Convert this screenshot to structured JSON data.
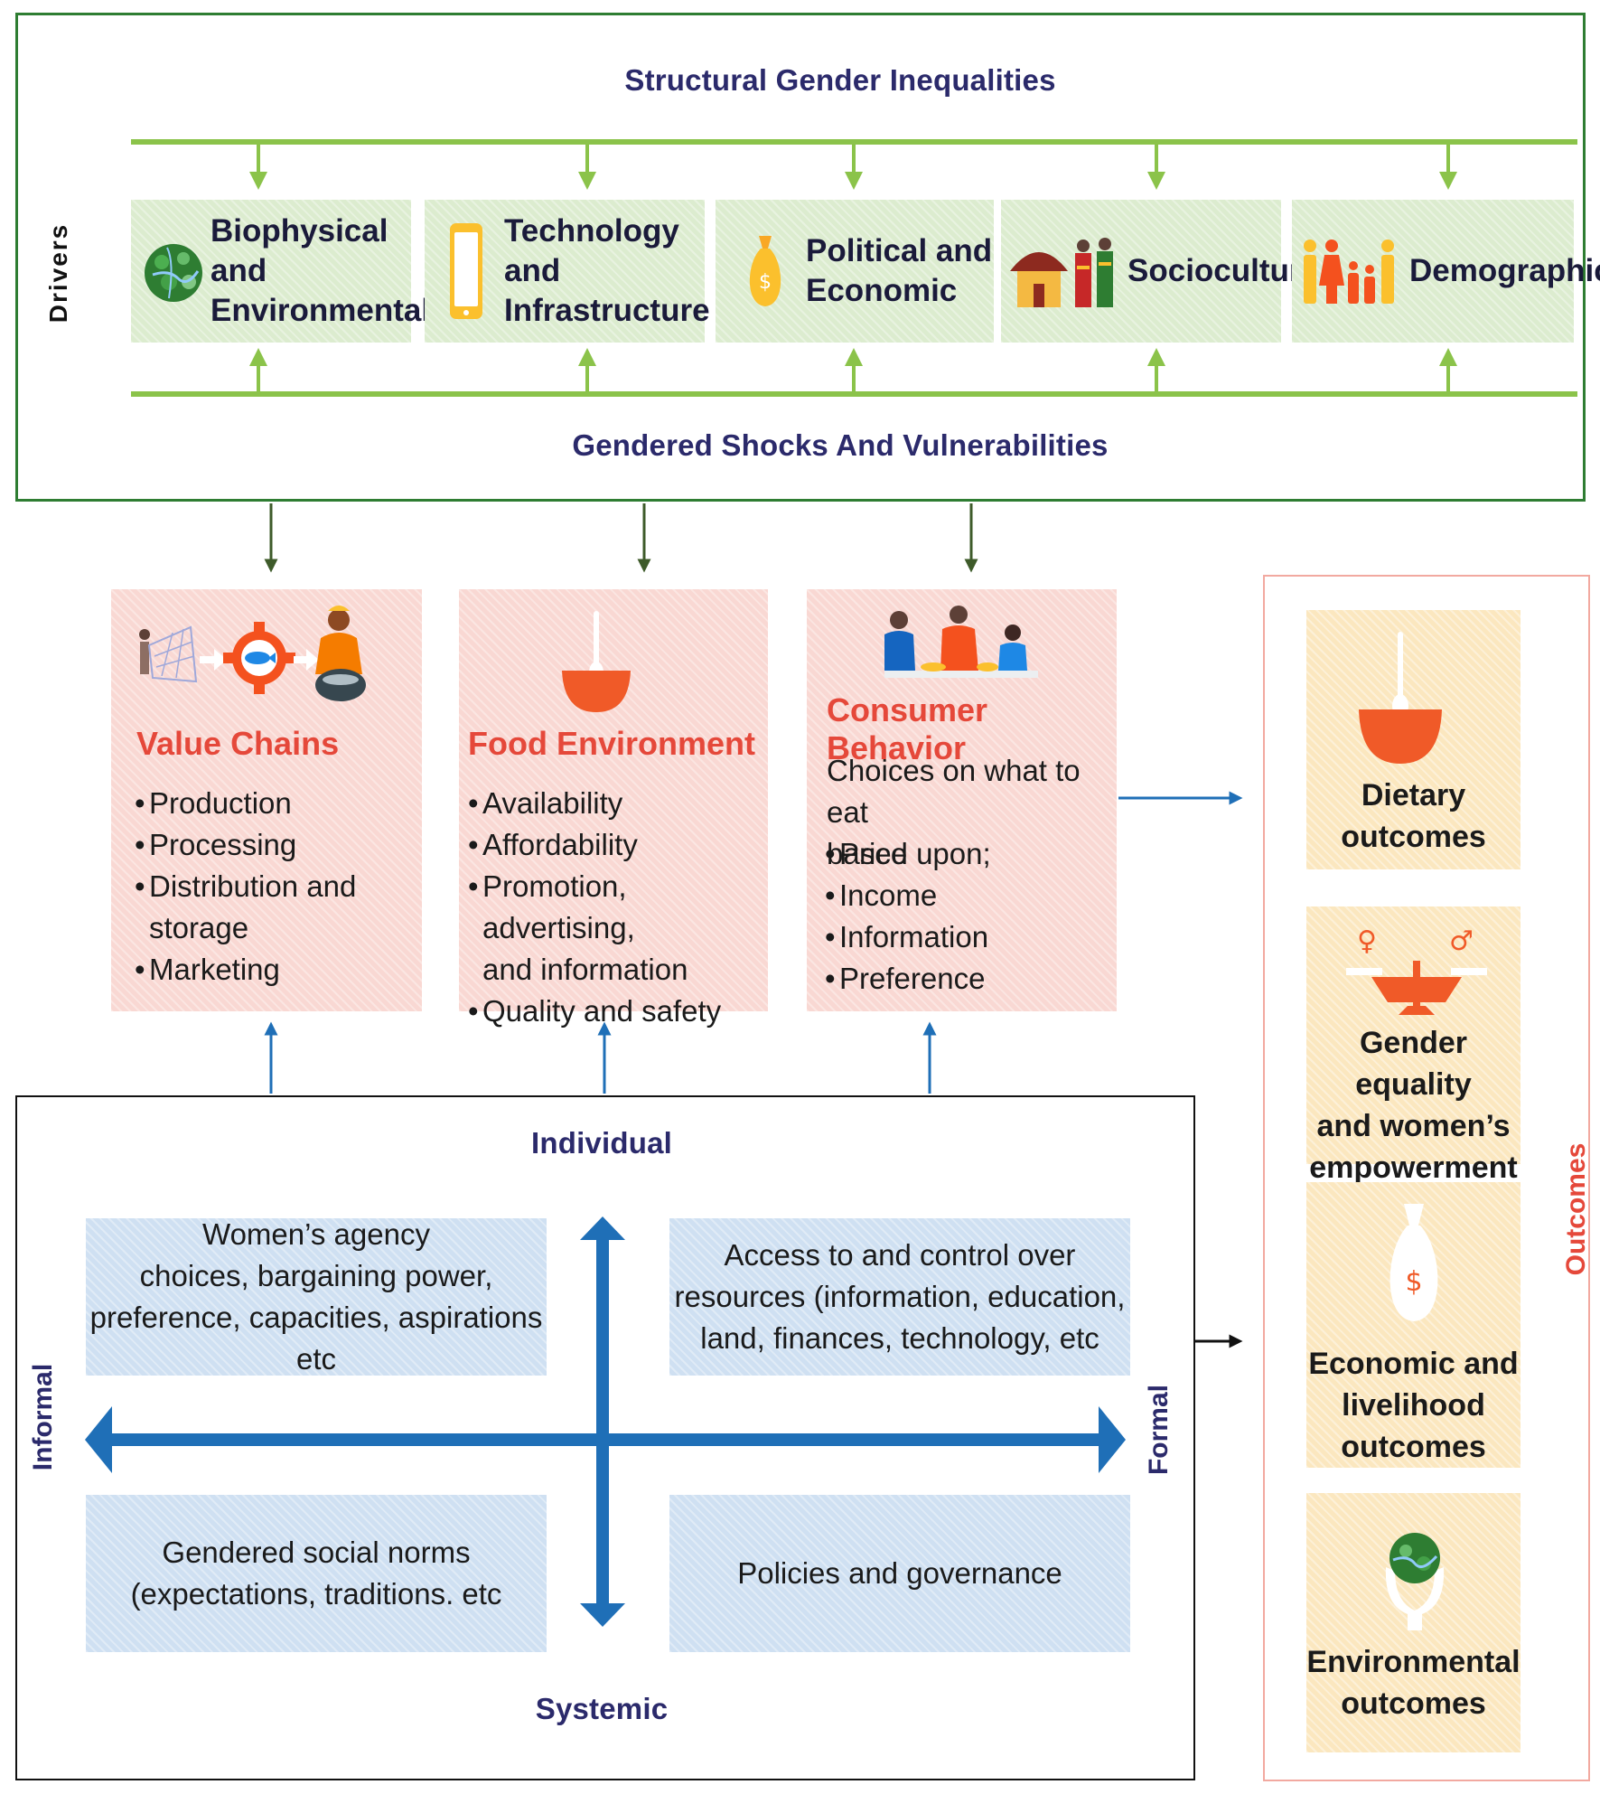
{
  "drivers": {
    "side_label": "Drivers",
    "top_title": "Structural Gender Inequalities",
    "bottom_title": "Gendered Shocks And Vulnerabilities",
    "boxes": [
      {
        "label": "Biophysical and\nEnvironmental",
        "icon": "earth-globe-icon"
      },
      {
        "label": "Technology and\nInfrastructure",
        "icon": "mobile-phone-icon"
      },
      {
        "label": "Political and\nEconomic",
        "icon": "money-bag-icon"
      },
      {
        "label": "Sociocultural",
        "icon": "hut-and-people-icon"
      },
      {
        "label": "Demographic",
        "icon": "family-icon"
      }
    ],
    "colors": {
      "frame": "#2e7d32",
      "connector": "#8bc34a",
      "box_fill": "#dceccf"
    }
  },
  "food_system": {
    "value_chains": {
      "title": "Value Chains",
      "items": [
        "Production",
        "Processing",
        "Distribution and\nstorage",
        "Marketing"
      ]
    },
    "food_environment": {
      "title": "Food Environment",
      "items": [
        "Availability",
        "Affordability",
        "Promotion, advertising,\nand information",
        "Quality and safety"
      ]
    },
    "consumer_behavior": {
      "title": "Consumer Behavior",
      "intro": "Choices on what to eat\nbased upon;",
      "items": [
        "Price",
        "Income",
        "Information",
        "Preference"
      ]
    },
    "colors": {
      "title": "#e5483a",
      "box_fill": "#f9d8d3"
    }
  },
  "gender_quadrant": {
    "top_label": "Individual",
    "bottom_label": "Systemic",
    "left_label": "Informal",
    "right_label": "Formal",
    "quadrants": {
      "top_left": "Women’s agency\nchoices, bargaining power,\npreference, capacities, aspirations etc",
      "top_right": "Access to and control over\nresources (information, education,\nland, finances, technology, etc",
      "bottom_left": "Gendered social norms\n(expectations, traditions. etc",
      "bottom_right": "Policies and governance"
    },
    "colors": {
      "axis": "#1f6fb7",
      "box_fill": "#cfe0f2"
    }
  },
  "outcomes": {
    "side_label": "Outcomes",
    "items": [
      {
        "label": "Dietary\noutcomes",
        "icon": "bowl-spoon-icon"
      },
      {
        "label": "Gender equality\nand women’s\nempowerment",
        "icon": "balance-scale-icon",
        "symbols": [
          "♀",
          "♂"
        ]
      },
      {
        "label": "Economic and\nlivelihood\noutcomes",
        "icon": "money-bag-icon"
      },
      {
        "label": "Environmental\noutcomes",
        "icon": "hands-globe-icon"
      }
    ],
    "colors": {
      "frame": "#f2a9a0",
      "label": "#e5483a",
      "box_fill": "#fbe7bf",
      "accent": "#f05a28"
    },
    "money_symbol": "$"
  }
}
